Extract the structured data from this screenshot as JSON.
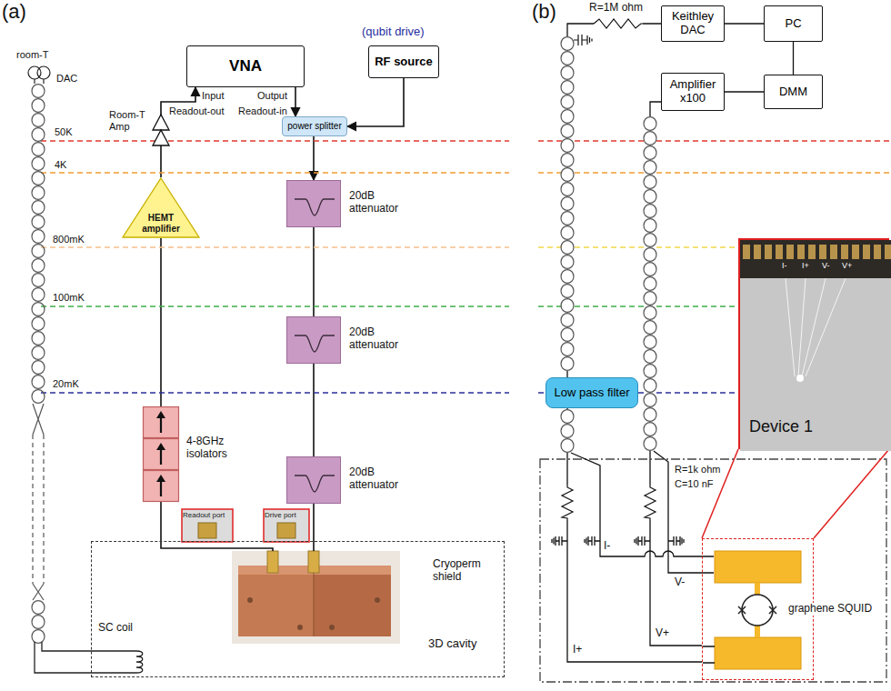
{
  "diagram": {
    "nodes": [
      {
        "text": [
          "VNA"
        ]
      },
      {
        "text": [
          "RF source"
        ]
      },
      {
        "text": [
          "power splitter"
        ]
      },
      {
        "text": [
          "HEMT amplifier"
        ]
      },
      {
        "text": [
          "20dB attenuator"
        ]
      },
      {
        "text": [
          "20dB attenuator"
        ]
      },
      {
        "text": [
          "20dB attenuator"
        ]
      },
      {
        "text": [
          "4-8GHz isolators"
        ]
      },
      {
        "text": [
          "Cryoperm shield",
          "3D cavity"
        ]
      },
      {
        "text": [
          "Keithley DAC"
        ]
      },
      {
        "text": [
          "PC"
        ]
      },
      {
        "text": [
          "DMM"
        ]
      },
      {
        "text": [
          "Amplifier x100"
        ]
      },
      {
        "text": [
          "Low pass filter"
        ]
      },
      {
        "text": [
          "graphene SQUID"
        ]
      },
      {
        "text": [
          "Device 1"
        ]
      }
    ],
    "edges": [
      {
        "from": 0,
        "to": 2,
        "arrow": "to"
      },
      {
        "from": 1,
        "to": 2,
        "arrow": "to"
      },
      {
        "from": 2,
        "to": 4,
        "arrow": "to"
      },
      {
        "from": 4,
        "to": 5,
        "arrow": "none"
      },
      {
        "from": 5,
        "to": 6,
        "arrow": "none"
      },
      {
        "from": 6,
        "to": 8,
        "arrow": "none"
      },
      {
        "from": 8,
        "to": 7,
        "arrow": "none"
      },
      {
        "from": 7,
        "to": 3,
        "arrow": "none"
      },
      {
        "from": 3,
        "to": 0,
        "arrow": "to"
      },
      {
        "from": 10,
        "to": 9,
        "arrow": "none"
      },
      {
        "from": 10,
        "to": 11,
        "arrow": "none"
      },
      {
        "from": 11,
        "to": 12,
        "arrow": "none"
      },
      {
        "from": 9,
        "to": 13,
        "arrow": "none"
      },
      {
        "from": 13,
        "to": 14,
        "arrow": "none"
      },
      {
        "from": 12,
        "to": 14,
        "arrow": "none"
      },
      {
        "from": 15,
        "to": 14,
        "arrow": "none"
      }
    ],
    "labels": [
      "(a)",
      "room-T",
      "DAC",
      "50K",
      "4K",
      "800mK",
      "100mK",
      "20mK",
      "Room-T Amp",
      "Input",
      "Output",
      "Readout-out",
      "Readout-in",
      "(qubit drive)",
      "Readout port",
      "Drive port",
      "SC coil",
      "(b)",
      "R=1M ohm",
      "R=1k ohm",
      "C=10 nF",
      "I-",
      "V-",
      "I+",
      "V+",
      "I-",
      "I+",
      "V-",
      "V+"
    ]
  }
}
